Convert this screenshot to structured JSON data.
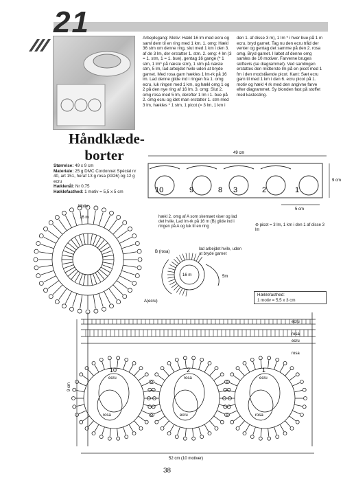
{
  "header": {
    "pattern_number": "21"
  },
  "title": {
    "line1": "Håndklæde-",
    "line2": "borter"
  },
  "specs": {
    "size_label": "Størrelse:",
    "size_value": "49 x 9 cm",
    "material_label": "Materiale:",
    "material_value": "25 g DMC Cordonnet Spécial nr 40, art 151, heraf 13 g rosa (3326) og 12 g ecru",
    "hook_label": "Hæklenål:",
    "hook_value": "Nr 0,75",
    "gauge_label": "Hæklefasthed:",
    "gauge_value": "1 motiv = 5,5 x 5 cm"
  },
  "instructions": {
    "col1": "Arbejdsgang: Motiv: Hækl 16 lm med ecru og saml dem til en ring med 1 km. 1. omg: Hækl 36 stm om denne ring, slut med 1 km i den 3. af de 3 lm, der erstatter 1. stm. 2. omg: 4 lm (3 = 1. stm, 1 = 1. bue), gentag 16 gange (* 1 stm, 1 lm* på næste stm), 1 stm på næste stm, 5 lm, lad arbejdet hvile uden at bryde garnet. Med rosa garn hækles 1 lm-rk på 16 lm. Lad denne glide ind i ringen fra 1. omg ecru, luk ringen med 1 km, og hækl omg 1 og 2 på den nye ring af 16 lm. 3. omg: Slut 2. omg rosa med 5 lm, derefter 1 lm i 1. bue på 2. omg ecru og idet man erstatter 1. stm med 3 lm, hækles * 1 stm, 1 picot (= 3 lm, 1 km i",
    "col2": "den 1. af disse 3 m), 1 lm * i hver bue på 1 m ecru, bryd garnet. Tag nu den ecru tråd der venter og gentag det samme på den 2. rosa omg. Bryd garnet. I løbet af denne omg samles de 10 motiver. Farverne bruges skiftevis (se diagrammet). Ved samlingen erstattes den midterste lm på en picot med 1 fm i den modstående picot. Kant: Sæt ecru garn til med 1 km i den 6. ecru picot på 1. motiv og hækl 4 rk med den angivne farve efter diagrammet. Sy blonden fast på stoffet med kastesting."
  },
  "schematic": {
    "width_label": "49 cm",
    "height_label": "9 cm",
    "motif_width_label": "5 cm",
    "numbers": [
      "10",
      "9",
      "8",
      "3",
      "2",
      "1"
    ]
  },
  "motif_diagram": {
    "motiv_label": "Motiv",
    "lm_label": "16 m"
  },
  "notes": {
    "joining": "hækl 2. omg af A som skemaet viser og lad det hvile. Lad lm-rk på 16 m (B) glide ind i ringen på A og luk til en ring",
    "b_label": "B (rosa)",
    "rest_label": "lad arbejdet hvile, uden at bryde garnet",
    "a_label": "A(ecru)",
    "lm_label": "16 m",
    "five_m": "5m",
    "picot_legend": "picot = 3 lm, 1 km i den 1 af disse 3 lm"
  },
  "gauge_box": {
    "title": "Hæklefasthed:",
    "value": "1 motiv = 5,5 x 3 cm"
  },
  "bottom_chart": {
    "color_labels": [
      "ecru",
      "rosa",
      "ecru",
      "rosa"
    ],
    "motif_numbers": [
      "10",
      "2",
      "1"
    ],
    "motif_colors": [
      "ecru",
      "rosa",
      "ecru"
    ],
    "inner_colors": [
      "rosa",
      "ecru",
      "rosa"
    ],
    "height_label": "9 cm",
    "width_label": "52 cm (10 motiver)"
  },
  "page": {
    "number": "38"
  }
}
